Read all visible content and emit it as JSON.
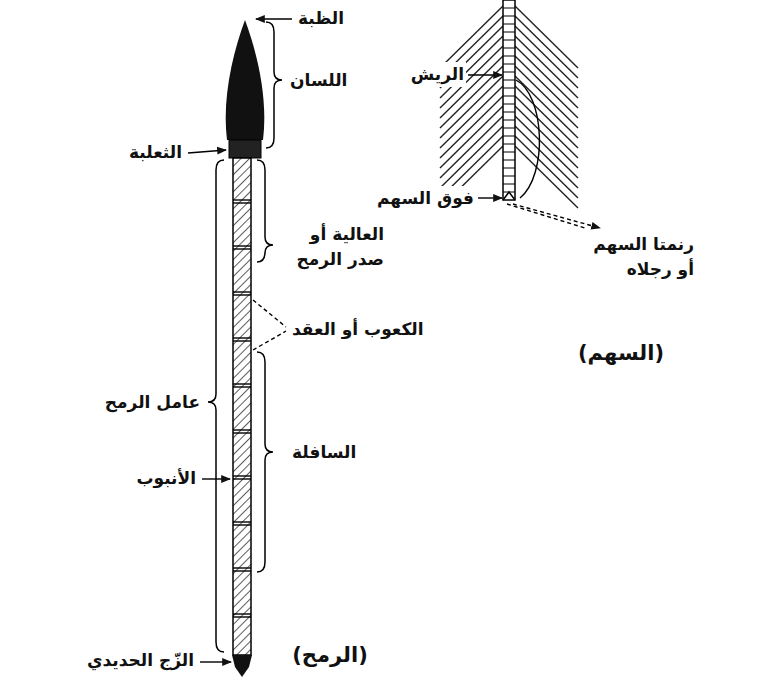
{
  "diagram": {
    "labels": [
      "الظبة",
      "اللسان",
      "الثعلبة",
      "العالية أو صدر الرمح",
      "الكعوب أو العقد",
      "عامل الرمح",
      "الأنبوب",
      "السافلة",
      "الزّج الحديدي",
      "(الرمح)",
      "الريش",
      "فوق السهم",
      "رنمتا السهم أو رجلاه",
      "(السهم)"
    ]
  }
}
